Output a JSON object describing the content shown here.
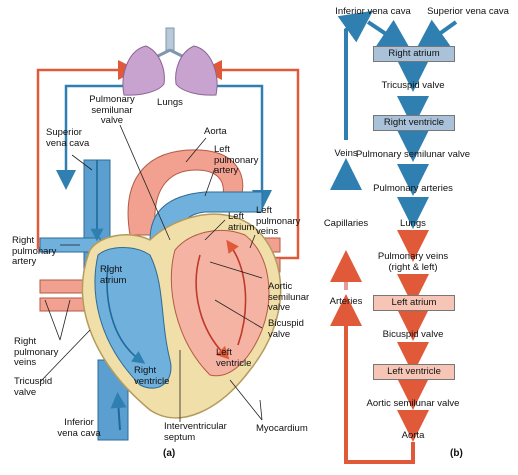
{
  "panel_a": {
    "panel_label": "(a)",
    "labels": {
      "lungs": "Lungs",
      "pulmonary_semilunar_valve": "Pulmonary\nsemilunar\nvalve",
      "aorta": "Aorta",
      "superior_vena_cava": "Superior\nvena cava",
      "left_pulmonary_artery": "Left\npulmonary\nartery",
      "left_pulmonary_veins": "Left\npulmonary\nveins",
      "left_atrium": "Left\natrium",
      "right_pulmonary_artery": "Right\npulmonary\nartery",
      "right_atrium": "Right\natrium",
      "aortic_semilunar_valve": "Aortic\nsemilunar\nvalve",
      "bicuspid_valve": "Bicuspid\nvalve",
      "right_pulmonary_veins": "Right\npulmonary\nveins",
      "left_ventricle": "Left\nventricle",
      "right_ventricle": "Right\nventricle",
      "tricuspid_valve": "Tricuspid\nvalve",
      "inferior_vena_cava": "Inferior\nvena cava",
      "interventricular_septum": "Interventricular\nseptum",
      "myocardium": "Myocardium"
    }
  },
  "panel_b": {
    "panel_label": "(b)",
    "top_left": "Inferior vena cava",
    "top_right": "Superior vena cava",
    "steps": [
      {
        "text": "Right atrium",
        "kind": "box-blue"
      },
      {
        "text": "Tricuspid valve",
        "kind": "text"
      },
      {
        "text": "Right ventricle",
        "kind": "box-blue"
      },
      {
        "text": "Pulmonary semilunar valve",
        "kind": "text"
      },
      {
        "text": "Pulmonary arteries",
        "kind": "text"
      },
      {
        "text": "Lungs",
        "kind": "text"
      },
      {
        "text": "Pulmonary veins\n(right & left)",
        "kind": "text"
      },
      {
        "text": "Left atrium",
        "kind": "box-red"
      },
      {
        "text": "Bicuspid valve",
        "kind": "text"
      },
      {
        "text": "Left ventricle",
        "kind": "box-red"
      },
      {
        "text": "Aortic semilunar valve",
        "kind": "text"
      },
      {
        "text": "Aorta",
        "kind": "text"
      }
    ],
    "side_labels": {
      "veins": "Veins",
      "capillaries": "Capillaries",
      "arteries": "Arteries"
    },
    "colors": {
      "blue": "#2f7fb0",
      "red": "#e05a3a",
      "blue_box": "#a9c1d9",
      "red_box": "#f6c5b5"
    }
  }
}
